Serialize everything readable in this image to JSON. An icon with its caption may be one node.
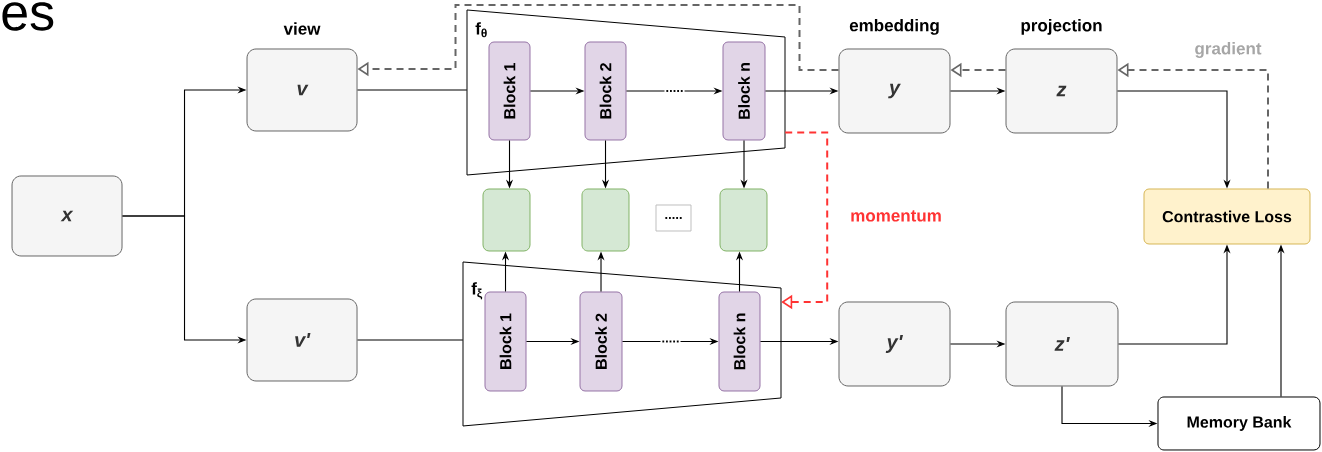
{
  "diagram": {
    "nodes": [
      {
        "text": [
          "x"
        ]
      },
      {
        "text": [
          "v"
        ],
        "beside": [
          "view"
        ]
      },
      {
        "text": [
          "v'"
        ]
      },
      {
        "text": [
          "f$_{θ}$"
        ]
      },
      {
        "text": [
          "Block 1"
        ],
        "in": 3
      },
      {
        "text": [
          "Block 2"
        ],
        "in": 3
      },
      {
        "text": [
          "Block n"
        ],
        "in": 3
      },
      {
        "text": [],
        "shape": "box"
      },
      {
        "text": [],
        "shape": "box"
      },
      {
        "text": [],
        "shape": "box"
      },
      {
        "text": [
          "....."
        ]
      },
      {
        "text": [
          "f$_{ξ}$"
        ]
      },
      {
        "text": [
          "Block 1"
        ],
        "in": 11
      },
      {
        "text": [
          "Block 2"
        ],
        "in": 11
      },
      {
        "text": [
          "Block n"
        ],
        "in": 11
      },
      {
        "text": [
          "y"
        ],
        "beside": [
          "embedding"
        ]
      },
      {
        "text": [
          "z"
        ],
        "beside": [
          "projection"
        ]
      },
      {
        "text": [
          "Contrastive Loss"
        ]
      },
      {
        "text": [
          "y'"
        ]
      },
      {
        "text": [
          "z'"
        ]
      },
      {
        "text": [
          "Memory Bank"
        ]
      }
    ],
    "edges": [
      {
        "from": 0,
        "to": 1,
        "arrow": "to"
      },
      {
        "from": 0,
        "to": 2,
        "arrow": "to"
      },
      {
        "from": 1,
        "to": 3,
        "arrow": "none"
      },
      {
        "from": 4,
        "to": 5,
        "arrow": "to"
      },
      {
        "from": 5,
        "to": 6,
        "arrow": "to",
        "label": "....."
      },
      {
        "from": 6,
        "to": 15,
        "arrow": "to"
      },
      {
        "from": 4,
        "to": 7,
        "arrow": "to"
      },
      {
        "from": 5,
        "to": 8,
        "arrow": "to"
      },
      {
        "from": 6,
        "to": 9,
        "arrow": "to"
      },
      {
        "from": 12,
        "to": 7,
        "arrow": "to"
      },
      {
        "from": 13,
        "to": 8,
        "arrow": "to"
      },
      {
        "from": 14,
        "to": 9,
        "arrow": "to"
      },
      {
        "from": 2,
        "to": 11,
        "arrow": "none"
      },
      {
        "from": 12,
        "to": 13,
        "arrow": "to"
      },
      {
        "from": 13,
        "to": 14,
        "arrow": "to",
        "label": "....."
      },
      {
        "from": 14,
        "to": 18,
        "arrow": "to"
      },
      {
        "from": 15,
        "to": 16,
        "arrow": "to"
      },
      {
        "from": 16,
        "to": 17,
        "arrow": "to"
      },
      {
        "from": 18,
        "to": 19,
        "arrow": "to"
      },
      {
        "from": 19,
        "to": 17,
        "arrow": "to"
      },
      {
        "from": 19,
        "to": 20,
        "arrow": "to"
      },
      {
        "from": 20,
        "to": 17,
        "arrow": "to"
      },
      {
        "from": 17,
        "to": 16,
        "arrow": "to",
        "style": "dashed",
        "color": "#666666",
        "label": "gradient"
      },
      {
        "from": 16,
        "to": 15,
        "arrow": "to",
        "style": "dashed",
        "color": "#666666"
      },
      {
        "from": 15,
        "to": 1,
        "arrow": "to",
        "style": "dashed",
        "color": "#666666"
      },
      {
        "from": 3,
        "to": 11,
        "arrow": "to",
        "style": "dashed",
        "color": "#ff3333",
        "label": "momentum"
      }
    ],
    "labels": [
      "es"
    ]
  }
}
